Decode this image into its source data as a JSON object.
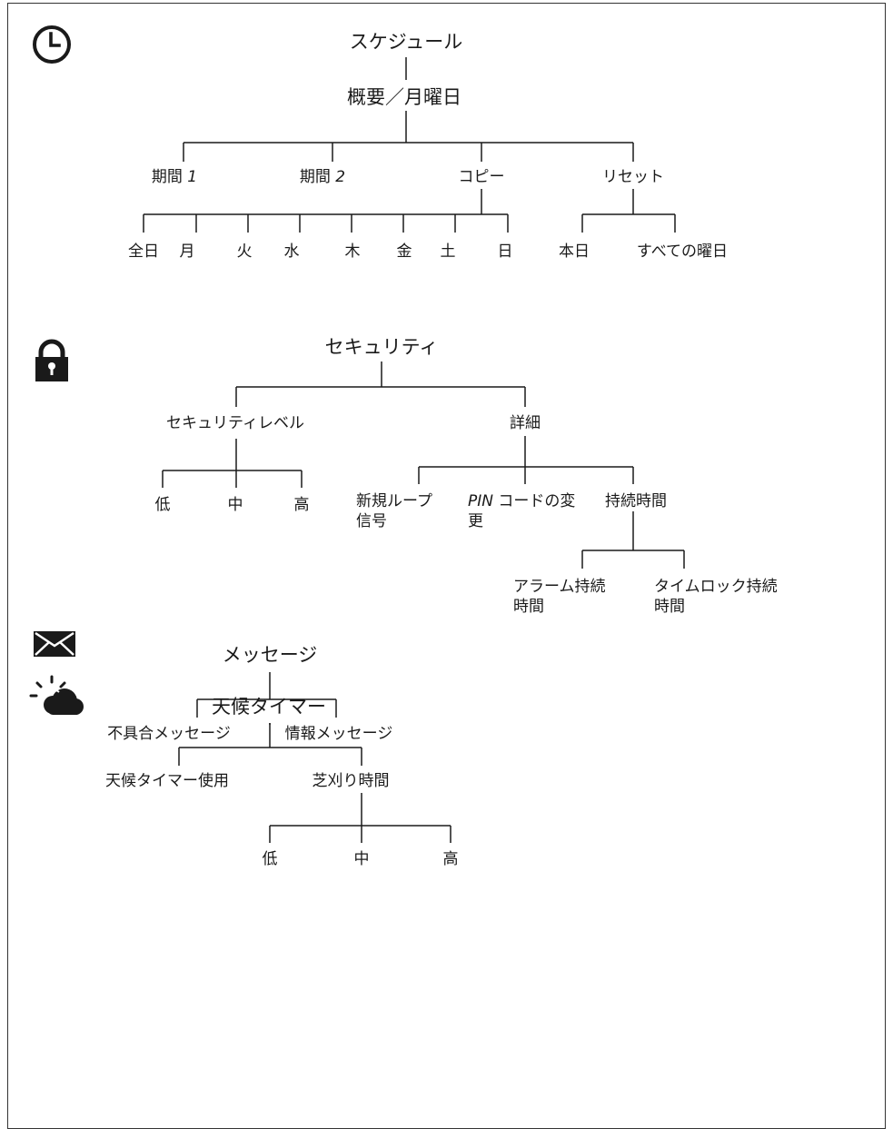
{
  "schedule": {
    "root": "スケジュール",
    "overview": "概要／月曜日",
    "period1_text": "期間",
    "period1_num": "1",
    "period2_text": "期間",
    "period2_num": "2",
    "copy": "コピー",
    "reset": "リセット",
    "days": [
      "全日",
      "月",
      "火",
      "水",
      "木",
      "金",
      "土",
      "日"
    ],
    "reset_today": "本日",
    "reset_all": "すべての曜日"
  },
  "security": {
    "root": "セキュリティ",
    "level": "セキュリティレベル",
    "low": "低",
    "mid": "中",
    "high": "高",
    "details": "詳細",
    "new_loop": "新規ループ\n信号",
    "pin_italic": "PIN",
    "pin_rest": " コードの変\n更",
    "duration": "持続時間",
    "alarm_duration": "アラーム持続\n時間",
    "timelock_duration": "タイムロック持続\n時間"
  },
  "messages": {
    "root": "メッセージ",
    "fault": "不具合メッセージ",
    "info": "情報メッセージ"
  },
  "weather": {
    "root": "天候タイマー",
    "use": "天候タイマー使用",
    "mowing": "芝刈り時間",
    "low": "低",
    "mid": "中",
    "high": "高"
  },
  "icons": [
    "clock-icon",
    "padlock-icon",
    "envelope-icon",
    "weather-icon"
  ]
}
